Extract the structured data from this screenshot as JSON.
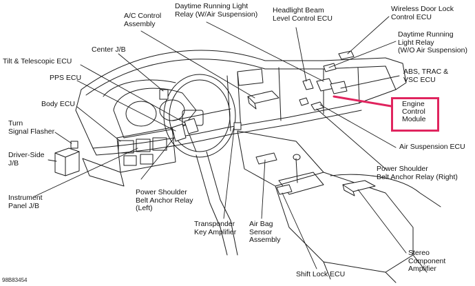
{
  "diagram": {
    "labels": {
      "ac_control": "A/C Control\nAssembly",
      "drl_air": "Daytime Running Light\nRelay (W/Air Suspension)",
      "headlight_beam": "Headlight Beam\nLevel Control ECU",
      "wireless_door": "Wireless Door Lock\nControl ECU",
      "drl_no_air": "Daytime Running\nLight Relay\n(W/O Air Suspension)",
      "abs_trac": "ABS, TRAC &\nVSC ECU",
      "center_jb": "Center J/B",
      "tilt_tele": "Tilt & Telescopic ECU",
      "pps_ecu": "PPS ECU",
      "body_ecu": "Body ECU",
      "turn_signal": "Turn\nSignal Flasher",
      "driver_jb": "Driver-Side\nJ/B",
      "instrument_jb": "Instrument\nPanel J/B",
      "psb_left": "Power Shoulder\nBelt Anchor Relay\n(Left)",
      "transponder": "Transponder\nKey Amplifier",
      "airbag": "Air Bag\nSensor\nAssembly",
      "shift_lock": "Shift Lock ECU",
      "stereo": "Stereo\nComponent\nAmplifier",
      "psb_right": "Power Shoulder\nBelt Anchor Relay (Right)",
      "air_susp": "Air Suspension ECU",
      "ecm": "Engine\nControl\nModule"
    },
    "reference_code": "98B83454",
    "highlight_color": "#e0245e"
  }
}
